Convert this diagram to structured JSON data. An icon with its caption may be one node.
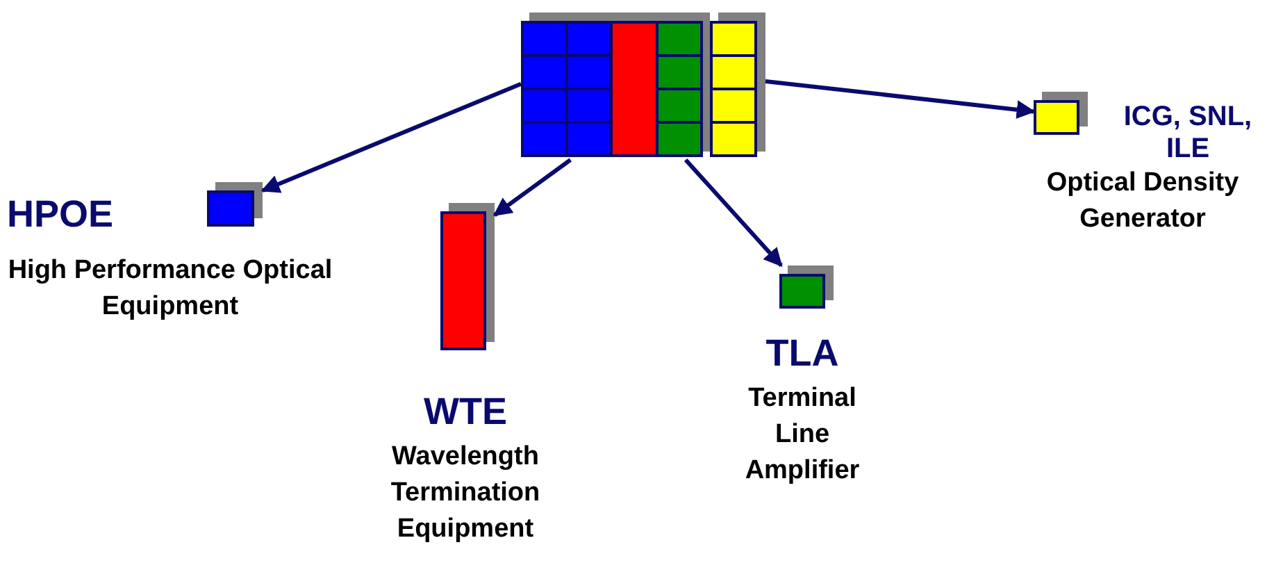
{
  "diagram": {
    "nodes": [
      {
        "text": [],
        "shape": "box"
      },
      {
        "text": [],
        "shape": "box",
        "beside": [
          "HPOE",
          "High Performance Optical Equipment"
        ]
      },
      {
        "text": [],
        "shape": "bar",
        "beside": [
          "WTE",
          "Wavelength Termination Equipment"
        ]
      },
      {
        "text": [],
        "shape": "box",
        "beside": [
          "TLA",
          "Terminal Line Amplifier"
        ]
      },
      {
        "text": [],
        "shape": "box",
        "beside": [
          "ICG, SNL, ILE",
          "Optical Density Generator"
        ]
      }
    ],
    "edges": [
      {
        "from": 0,
        "to": 1,
        "arrow": "to"
      },
      {
        "from": 0,
        "to": 2,
        "arrow": "to"
      },
      {
        "from": 0,
        "to": 3,
        "arrow": "to"
      },
      {
        "from": 0,
        "to": 4,
        "arrow": "to"
      }
    ]
  }
}
